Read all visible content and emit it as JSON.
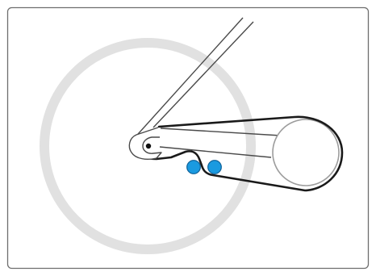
{
  "diagram": {
    "colors": {
      "frame_border": "#6e6e6e",
      "wheel_rim": "#e1e1e1",
      "frame_tube": "#4a4a4a",
      "chain_outline": "#1a1a1a",
      "chainring": "#9c9c9c",
      "axle": "#111111",
      "marker_fill": "#1a9ae0",
      "marker_stroke": "#0d5f96",
      "background": "#ffffff"
    },
    "elements": {
      "rear_wheel": "wheel-rim",
      "chainring": "front-chainring",
      "chainstay": "chainstay-tube",
      "seatstay": "seatstay-tube",
      "dropout": "rear-dropout",
      "axle": "rear-axle",
      "chain": "chain-loop",
      "markers": [
        "contact-marker-left",
        "contact-marker-right"
      ]
    }
  }
}
